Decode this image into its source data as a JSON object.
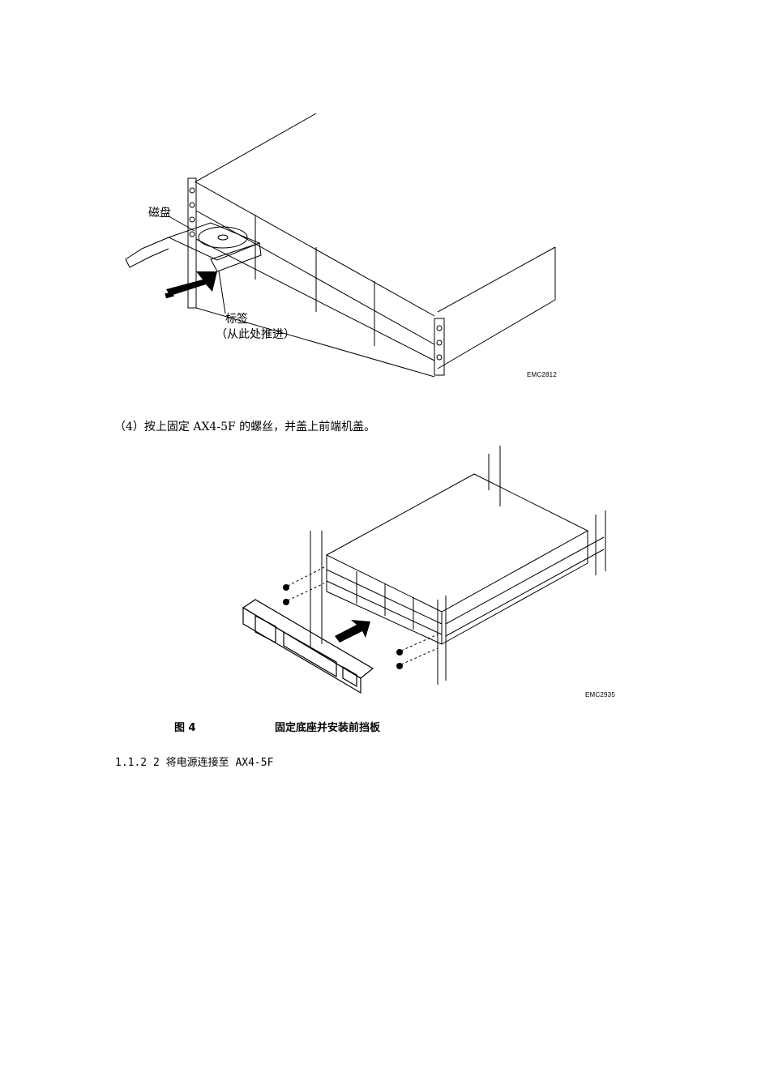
{
  "figure1": {
    "label_disk": "磁盘",
    "label_tag": "标签",
    "label_tag_sub": "（从此处推进）",
    "code": "EMC2812"
  },
  "step4": "（4）按上固定 AX4-5F 的螺丝，并盖上前端机盖。",
  "figure2": {
    "code": "EMC2935"
  },
  "caption": {
    "number": "图 4",
    "text": "固定底座并安装前挡板"
  },
  "section": "1.1.2 2 将电源连接至 AX4-5F"
}
